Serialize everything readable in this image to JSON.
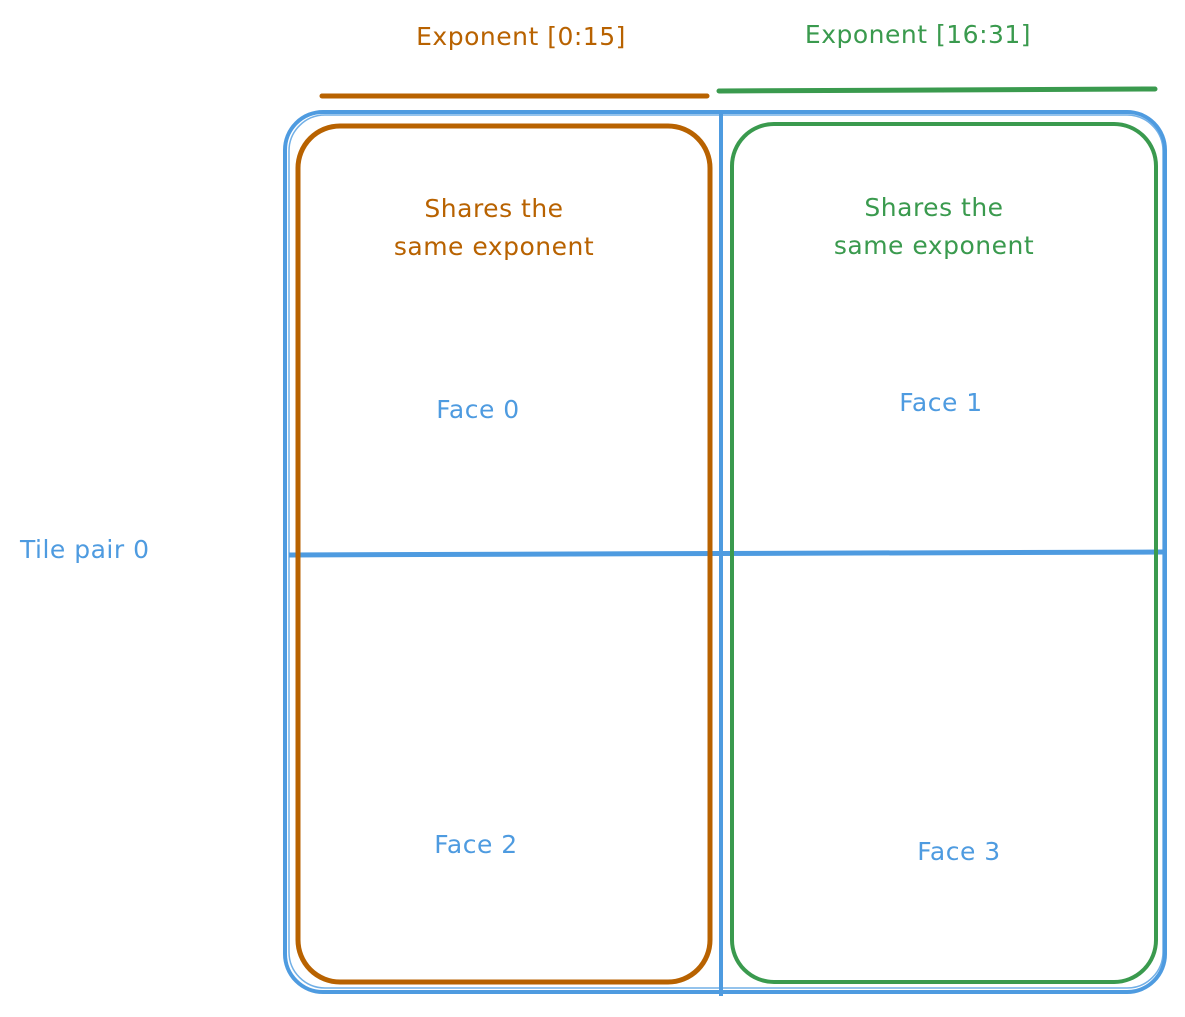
{
  "colors": {
    "orange": "#b86200",
    "green": "#3a9a4e",
    "blue": "#4e9be0"
  },
  "headers": {
    "left": "Exponent [0:15]",
    "right": "Exponent [16:31]"
  },
  "groups": {
    "left": {
      "line1": "Shares the",
      "line2": "same exponent"
    },
    "right": {
      "line1": "Shares the",
      "line2": "same exponent"
    }
  },
  "faces": [
    "Face 0",
    "Face 1",
    "Face 2",
    "Face 3"
  ],
  "row_label": "Tile pair 0"
}
